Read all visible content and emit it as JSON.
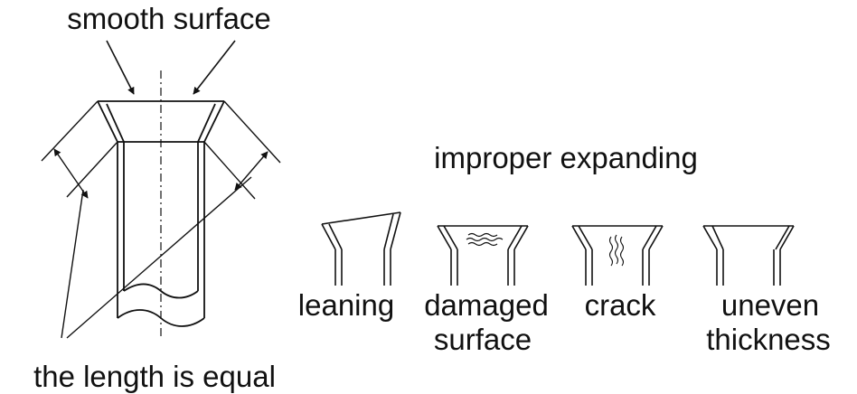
{
  "labels": {
    "top": "smooth surface",
    "bottom": "the length is equal",
    "heading": "improper expanding"
  },
  "defects": [
    {
      "id": "leaning",
      "lines": [
        "leaning"
      ]
    },
    {
      "id": "damaged-surface",
      "lines": [
        "damaged",
        "surface"
      ]
    },
    {
      "id": "crack",
      "lines": [
        "crack"
      ]
    },
    {
      "id": "uneven-thickness",
      "lines": [
        "uneven",
        "thickness"
      ]
    }
  ],
  "colors": {
    "stroke": "#111111",
    "background": "#ffffff"
  }
}
